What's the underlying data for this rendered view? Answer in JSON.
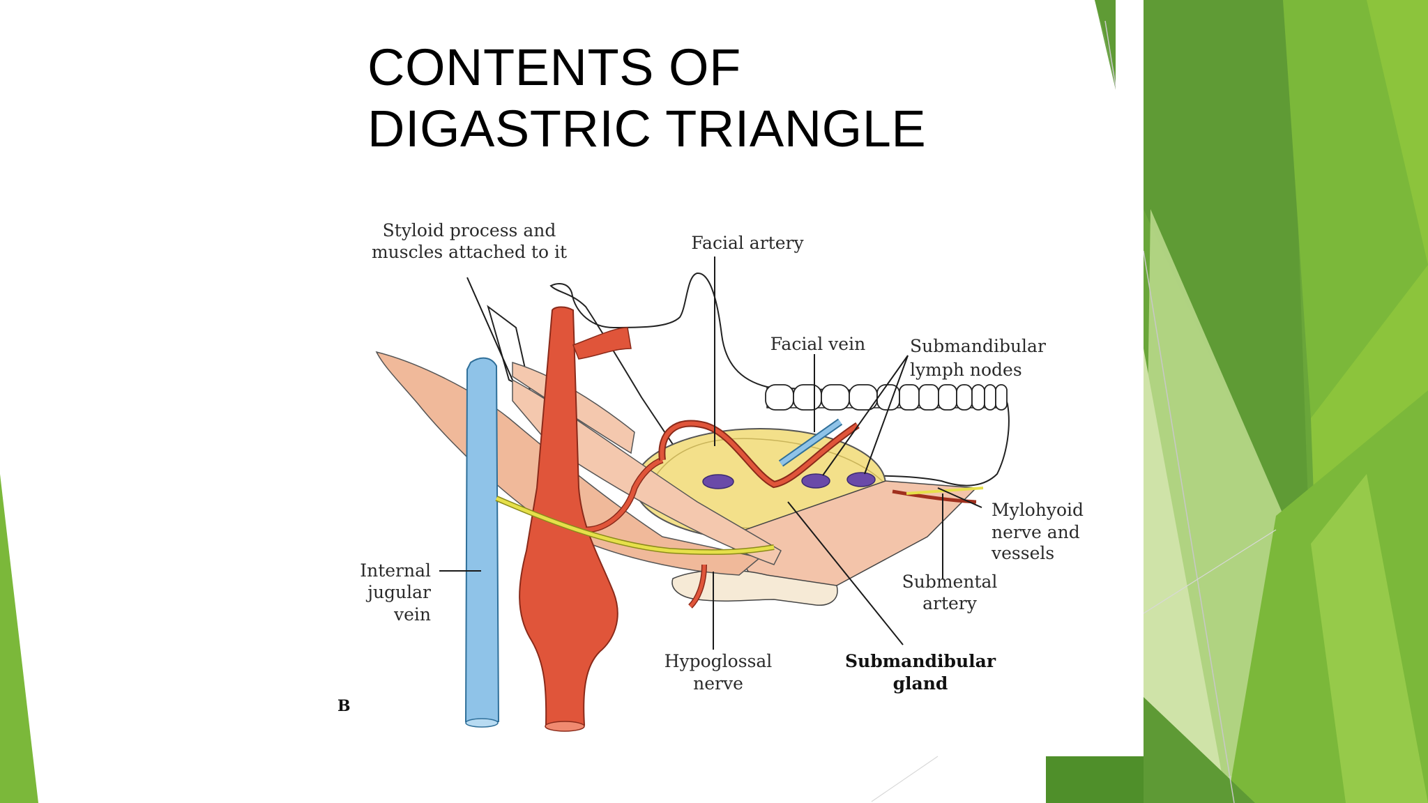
{
  "slide": {
    "title_line1": "CONTENTS  OF",
    "title_line2": "DIGASTRIC TRIANGLE",
    "theme_colors": {
      "background": "#ffffff",
      "green_dark": "#4f8f2a",
      "green_mid": "#6aa63a",
      "green_light": "#8cc43c",
      "green_pale": "#cfe3a8"
    }
  },
  "diagram": {
    "labels": {
      "styloid": [
        "Styloid process and",
        "muscles attached to it"
      ],
      "facial_artery": "Facial artery",
      "facial_vein": "Facial vein",
      "submandibular_lymph_nodes": [
        "Submandibular",
        "lymph nodes"
      ],
      "mylohyoid": [
        "Mylohyoid",
        "nerve and",
        "vessels"
      ],
      "submental_artery": [
        "Submental",
        "artery"
      ],
      "internal_jugular_vein": [
        "Internal",
        "jugular",
        "vein"
      ],
      "hypoglossal_nerve": [
        "Hypoglossal",
        "nerve"
      ],
      "submandibular_gland": [
        "Submandibular",
        "gland"
      ],
      "panel_letter": "B"
    },
    "colors": {
      "artery": "#e0553a",
      "vein": "#8fc3e8",
      "muscle": "#f0b99a",
      "gland": "#f3e08a",
      "nerve": "#e6e04a",
      "lymph_node": "#6a4aa8"
    }
  }
}
